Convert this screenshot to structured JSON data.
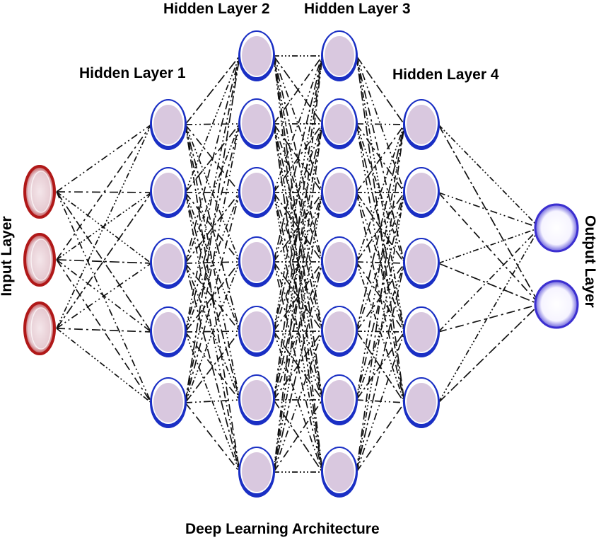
{
  "labels": {
    "input_layer": "Input Layer",
    "hidden_layer_1": "Hidden Layer 1",
    "hidden_layer_2": "Hidden Layer 2",
    "hidden_layer_3": "Hidden Layer 3",
    "hidden_layer_4": "Hidden Layer 4",
    "output_layer": "Output Layer",
    "caption": "Deep Learning Architecture"
  },
  "network": {
    "layer_sizes": [
      3,
      5,
      7,
      7,
      5,
      2
    ],
    "colors": {
      "input_rim": "#b01818",
      "hidden_rim": "#1a2fc4",
      "output_rim": "#3b2fd0",
      "node_fill": "#d9c8df",
      "edge": "#111111"
    }
  }
}
